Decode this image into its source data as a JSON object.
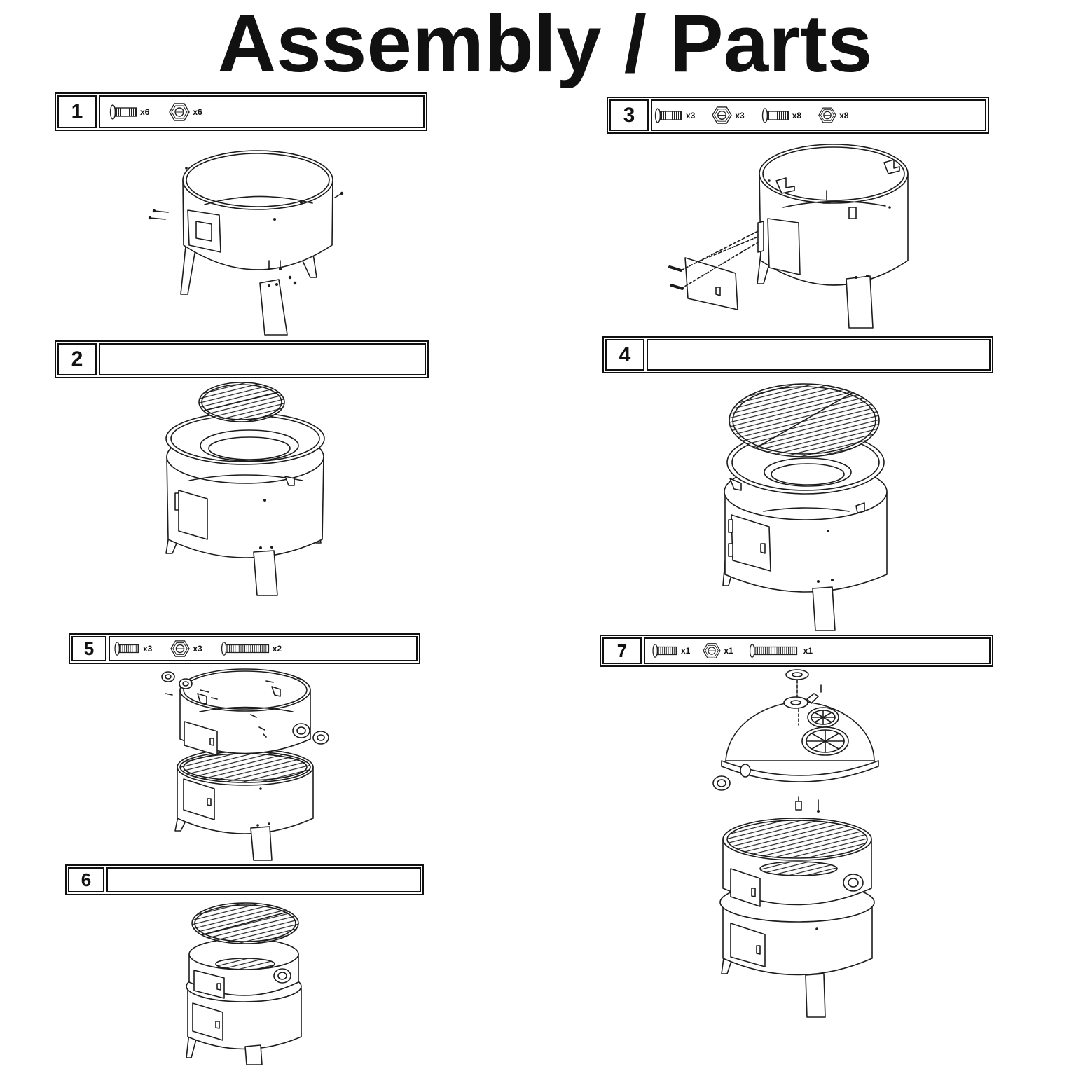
{
  "title": "Assembly / Parts",
  "steps": [
    {
      "number": "1",
      "parts": [
        {
          "icon": "bolt-icon",
          "qty": "x6"
        },
        {
          "icon": "nut-icon",
          "qty": "x6"
        }
      ]
    },
    {
      "number": "2",
      "parts": []
    },
    {
      "number": "3",
      "parts": [
        {
          "icon": "bolt-icon",
          "qty": "x3"
        },
        {
          "icon": "nut-icon",
          "qty": "x3"
        },
        {
          "icon": "bolt-icon",
          "qty": "x8"
        },
        {
          "icon": "nut-icon",
          "qty": "x8"
        }
      ]
    },
    {
      "number": "4",
      "parts": []
    },
    {
      "number": "5",
      "parts": [
        {
          "icon": "bolt-icon",
          "qty": "x3"
        },
        {
          "icon": "nut-icon",
          "qty": "x3"
        },
        {
          "icon": "long-bolt-icon",
          "qty": "x2"
        }
      ]
    },
    {
      "number": "6",
      "parts": []
    },
    {
      "number": "7",
      "parts": [
        {
          "icon": "bolt-icon",
          "qty": "x1"
        },
        {
          "icon": "nut-icon",
          "qty": "x1"
        },
        {
          "icon": "long-bolt-icon",
          "qty": "x1"
        }
      ]
    }
  ]
}
